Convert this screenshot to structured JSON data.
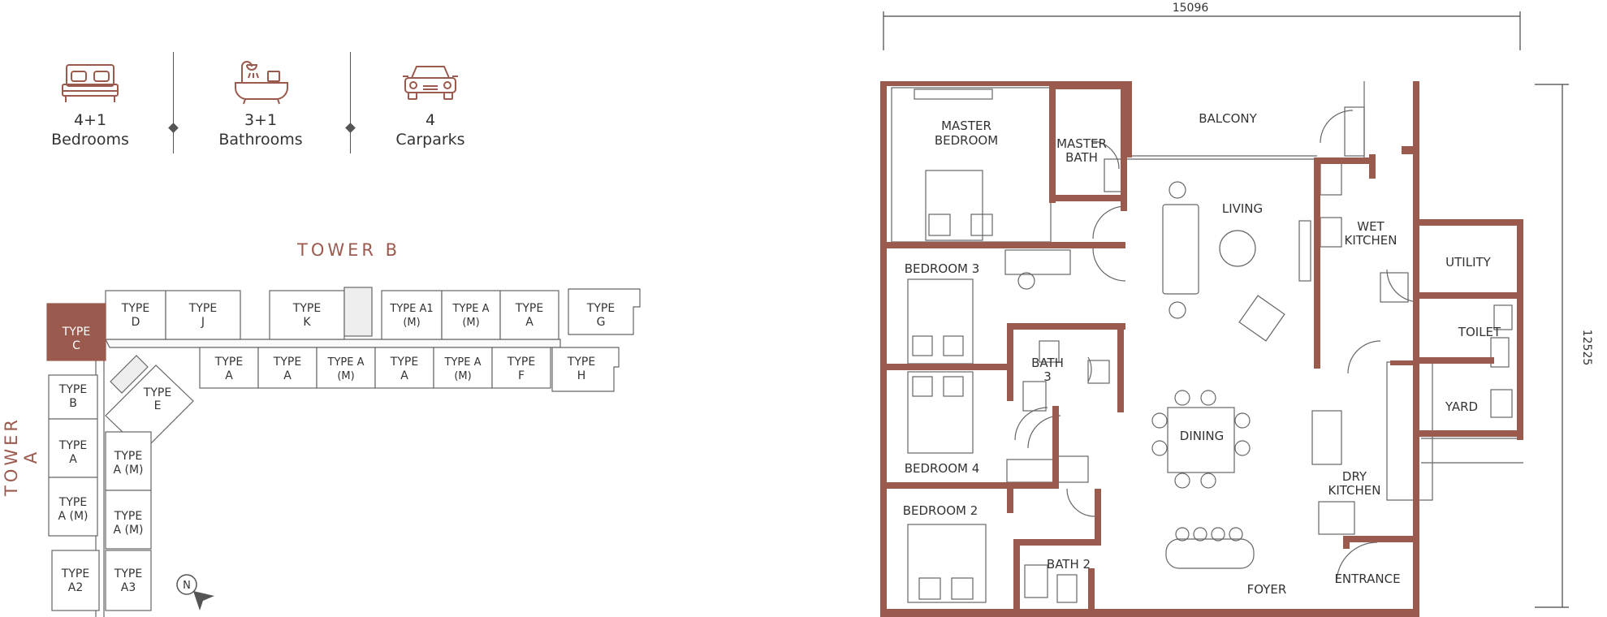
{
  "features": [
    {
      "icon": "bed-icon",
      "value": "4+1",
      "label": "Bedrooms"
    },
    {
      "icon": "bathtub-icon",
      "value": "3+1",
      "label": "Bathrooms"
    },
    {
      "icon": "car-icon",
      "value": "4",
      "label": "Carparks"
    }
  ],
  "site_plan": {
    "tower_b": "TOWER B",
    "tower_a": "TOWER A",
    "north": "N",
    "units_tower_b_top": [
      {
        "l1": "TYPE",
        "l2": "D"
      },
      {
        "l1": "TYPE",
        "l2": "J"
      },
      {
        "l1": "TYPE",
        "l2": "K"
      },
      {
        "l1": "TYPE A1",
        "l2": "(M)"
      },
      {
        "l1": "TYPE A",
        "l2": "(M)"
      },
      {
        "l1": "TYPE",
        "l2": "A"
      },
      {
        "l1": "TYPE",
        "l2": "G"
      }
    ],
    "units_tower_b_bottom": [
      {
        "l1": "TYPE",
        "l2": "A"
      },
      {
        "l1": "TYPE",
        "l2": "A"
      },
      {
        "l1": "TYPE A",
        "l2": "(M)"
      },
      {
        "l1": "TYPE",
        "l2": "A"
      },
      {
        "l1": "TYPE A",
        "l2": "(M)"
      },
      {
        "l1": "TYPE",
        "l2": "F"
      },
      {
        "l1": "TYPE",
        "l2": "H"
      }
    ],
    "unit_selected": {
      "l1": "TYPE",
      "l2": "C"
    },
    "unit_e": {
      "l1": "TYPE",
      "l2": "E"
    },
    "units_tower_a_left": [
      {
        "l1": "TYPE",
        "l2": "B"
      },
      {
        "l1": "TYPE",
        "l2": "A"
      },
      {
        "l1": "TYPE",
        "l2": "A (M)"
      },
      {
        "l1": "TYPE",
        "l2": "A2"
      }
    ],
    "units_tower_a_right": [
      {
        "l1": "TYPE",
        "l2": "A (M)"
      },
      {
        "l1": "TYPE",
        "l2": "A (M)"
      },
      {
        "l1": "TYPE",
        "l2": "A3"
      }
    ]
  },
  "floor_plan": {
    "dim_width": "15096",
    "dim_height": "12525",
    "rooms": {
      "master_bedroom_1": "MASTER",
      "master_bedroom_2": "BEDROOM",
      "master_bath_1": "MASTER",
      "master_bath_2": "BATH",
      "balcony": "BALCONY",
      "living": "LIVING",
      "wet_kitchen_1": "WET",
      "wet_kitchen_2": "KITCHEN",
      "utility": "UTILITY",
      "toilet": "TOILET",
      "yard": "YARD",
      "bedroom3": "BEDROOM 3",
      "bath3_1": "BATH",
      "bath3_2": "3",
      "bedroom4": "BEDROOM 4",
      "dining": "DINING",
      "dry_kitchen_1": "DRY",
      "dry_kitchen_2": "KITCHEN",
      "bedroom2": "BEDROOM 2",
      "bath2": "BATH 2",
      "foyer": "FOYER",
      "entrance": "ENTRANCE"
    }
  },
  "colors": {
    "wall": "#9b5a4e",
    "selected_unit": "#9b5a4e",
    "line": "#555555"
  }
}
